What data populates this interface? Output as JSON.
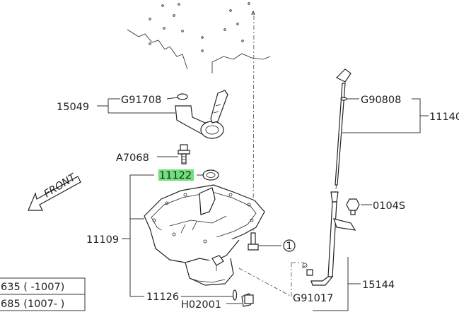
{
  "callouts": {
    "c15049": "15049",
    "cG91708": "G91708",
    "cA7068": "A7068",
    "c11122": "11122",
    "c11109": "11109",
    "c11126": "11126",
    "cH02001": "H02001",
    "cG90808": "G90808",
    "c11140": "11140",
    "c0104S": "0104S",
    "c15144": "15144",
    "cG91017": "G91017",
    "ref1": "1",
    "front": "FRONT"
  },
  "table": {
    "row1": "635 ( -1007)",
    "row2": "685 (1007- )"
  },
  "colors": {
    "highlight": "#6fe07a",
    "line": "#333333"
  }
}
